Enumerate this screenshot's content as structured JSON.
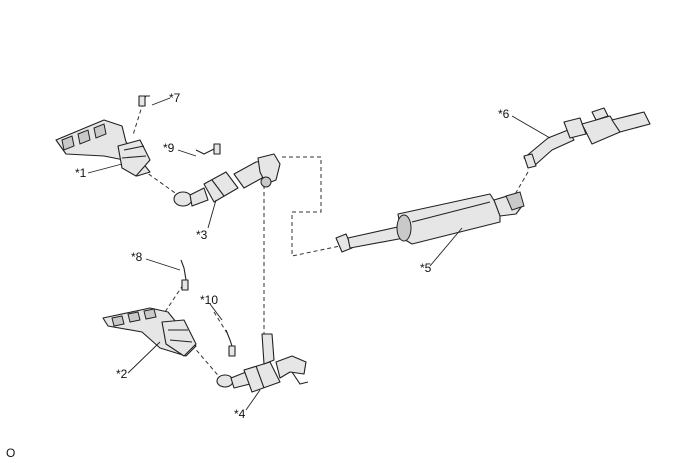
{
  "diagram": {
    "callouts": {
      "c1": "*1",
      "c2": "*2",
      "c3": "*3",
      "c4": "*4",
      "c5": "*5",
      "c6": "*6",
      "c7": "*7",
      "c8": "*8",
      "c9": "*9",
      "c10": "*10"
    },
    "corner_mark": "O"
  }
}
